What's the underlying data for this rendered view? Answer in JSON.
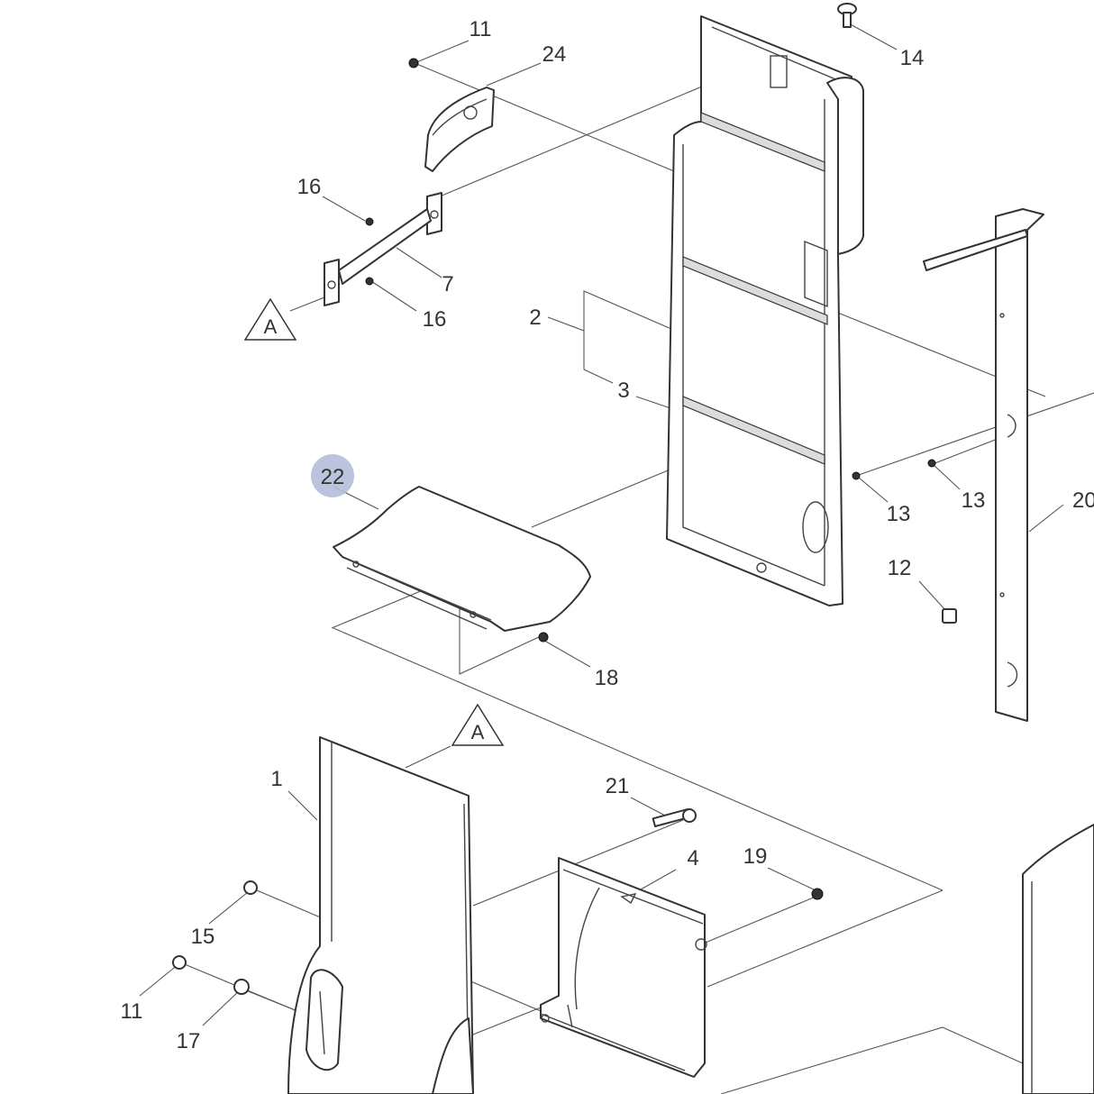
{
  "callouts": {
    "c11_top": "11",
    "c24": "24",
    "c14": "14",
    "c16_top": "16",
    "c7": "7",
    "c16_bottom": "16",
    "c2": "2",
    "c3": "3",
    "c22": "22",
    "c13_left": "13",
    "c13_right": "13",
    "c20": "20",
    "c12": "12",
    "c18": "18",
    "c1": "1",
    "c21": "21",
    "c4": "4",
    "c19": "19",
    "c15": "15",
    "c11_bottom": "11",
    "c17": "17"
  },
  "reference_marks": {
    "top": "A",
    "bottom": "A"
  },
  "colors": {
    "highlight": "#b3bfd9",
    "line": "#333333",
    "background": "#ffffff"
  },
  "highlighted_callout": "22"
}
